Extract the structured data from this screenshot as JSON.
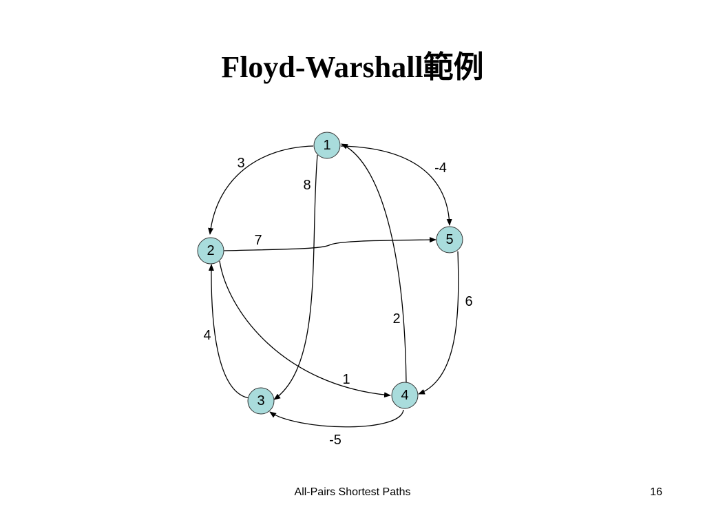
{
  "slide": {
    "title": "Floyd-Warshall範例",
    "footer": "All-Pairs Shortest Paths",
    "page_number": "16"
  },
  "graph": {
    "directed": true,
    "node_fill": "#a9dcdc",
    "nodes": [
      {
        "id": "n1",
        "label": "1"
      },
      {
        "id": "n2",
        "label": "2"
      },
      {
        "id": "n3",
        "label": "3"
      },
      {
        "id": "n4",
        "label": "4"
      },
      {
        "id": "n5",
        "label": "5"
      }
    ],
    "edges": [
      {
        "id": "e12",
        "from": "1",
        "to": "2",
        "weight": "3"
      },
      {
        "id": "e13",
        "from": "1",
        "to": "3",
        "weight": "8"
      },
      {
        "id": "e15",
        "from": "1",
        "to": "5",
        "weight": "-4"
      },
      {
        "id": "e25",
        "from": "2",
        "to": "5",
        "weight": "7"
      },
      {
        "id": "e24",
        "from": "2",
        "to": "4",
        "weight": "1"
      },
      {
        "id": "e32",
        "from": "3",
        "to": "2",
        "weight": "4"
      },
      {
        "id": "e41",
        "from": "4",
        "to": "1",
        "weight": "2"
      },
      {
        "id": "e43",
        "from": "4",
        "to": "3",
        "weight": "-5"
      },
      {
        "id": "e54",
        "from": "5",
        "to": "4",
        "weight": "6"
      }
    ]
  }
}
